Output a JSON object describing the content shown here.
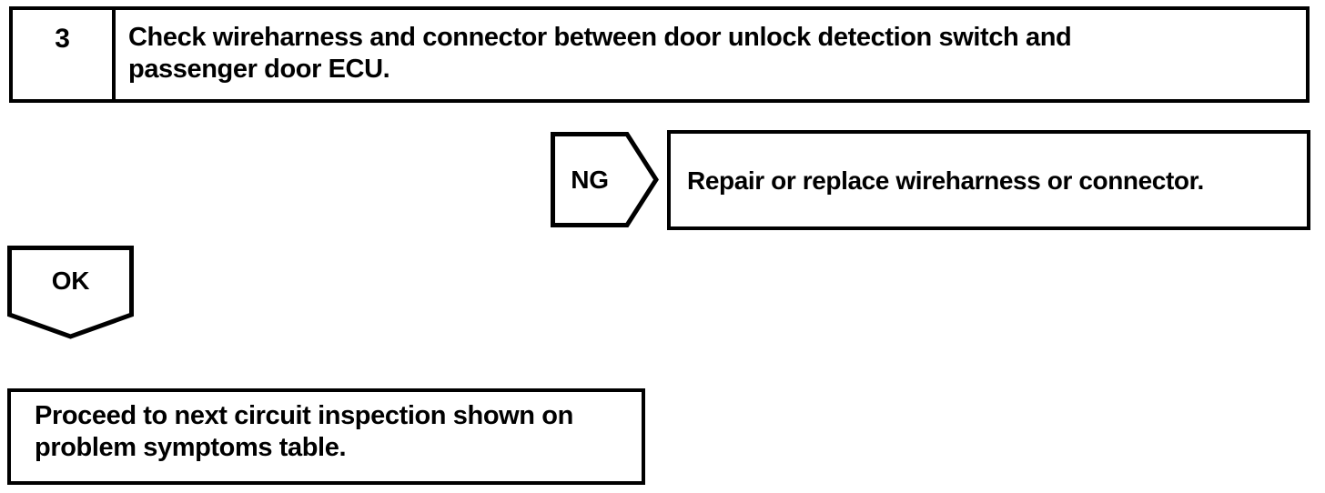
{
  "page": {
    "background": "#ffffff",
    "ink": "#000000"
  },
  "flowchart": {
    "step": {
      "number": "3",
      "instruction_lines": [
        "Check wireharness and connector between door unlock detection switch and",
        "passenger door ECU."
      ]
    },
    "ng_branch": {
      "label": "NG",
      "action": "Repair or replace wireharness or connector."
    },
    "ok_branch": {
      "label": "OK",
      "action_lines": [
        "Proceed to next circuit inspection shown on",
        "problem symptoms table."
      ]
    }
  }
}
